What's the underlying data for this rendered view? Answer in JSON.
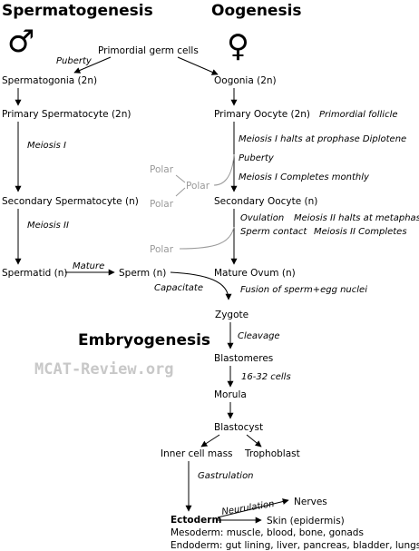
{
  "headings": {
    "spermatogenesis": "Spermatogenesis",
    "oogenesis": "Oogenesis",
    "embryogenesis": "Embryogenesis",
    "male_symbol": "♂",
    "female_symbol": "♀"
  },
  "watermark": "MCAT-Review.org",
  "nodes": {
    "primordial": "Primordial germ cells",
    "spermatogonia": "Spermatogonia (2n)",
    "primary_spermatocyte": "Primary Spermatocyte (2n)",
    "secondary_spermatocyte": "Secondary Spermatocyte (n)",
    "spermatid": "Spermatid (n)",
    "sperm": "Sperm (n)",
    "oogonia": "Oogonia (2n)",
    "primary_oocyte": "Primary Oocyte (2n)",
    "secondary_oocyte": "Secondary Oocyte (n)",
    "mature_ovum": "Mature Ovum (n)",
    "zygote": "Zygote",
    "blastomeres": "Blastomeres",
    "morula": "Morula",
    "blastocyst": "Blastocyst",
    "inner_cell_mass": "Inner cell mass",
    "trophoblast": "Trophoblast",
    "ectoderm": "Ectoderm",
    "nerves": "Nerves",
    "skin": "Skin (epidermis)",
    "mesoderm": "Mesoderm: muscle, blood, bone, gonads",
    "endoderm": "Endoderm: gut lining, liver, pancreas, bladder, lungs"
  },
  "polar": {
    "p1": "Polar",
    "p2": "Polar",
    "p3": "Polar",
    "p4": "Polar"
  },
  "notes": {
    "puberty_left": "Puberty",
    "meiosis1": "Meiosis I",
    "meiosis2": "Meiosis II",
    "mature": "Mature",
    "capacitate": "Capacitate",
    "primordial_follicle": "Primordial follicle",
    "meiosis1_halts": "Meiosis I halts at prophase Diplotene",
    "puberty_right": "Puberty",
    "meiosis1_completes": "Meiosis I Completes monthly",
    "ovulation": "Ovulation",
    "meiosis2_halts": "Meiosis II halts at metaphase",
    "sperm_contact": "Sperm contact",
    "meiosis2_completes": "Meiosis II Completes",
    "fusion": "Fusion of sperm+egg nuclei",
    "cleavage": "Cleavage",
    "cells_16_32": "16-32 cells",
    "gastrulation": "Gastrulation",
    "neurulation": "Neurulation"
  }
}
